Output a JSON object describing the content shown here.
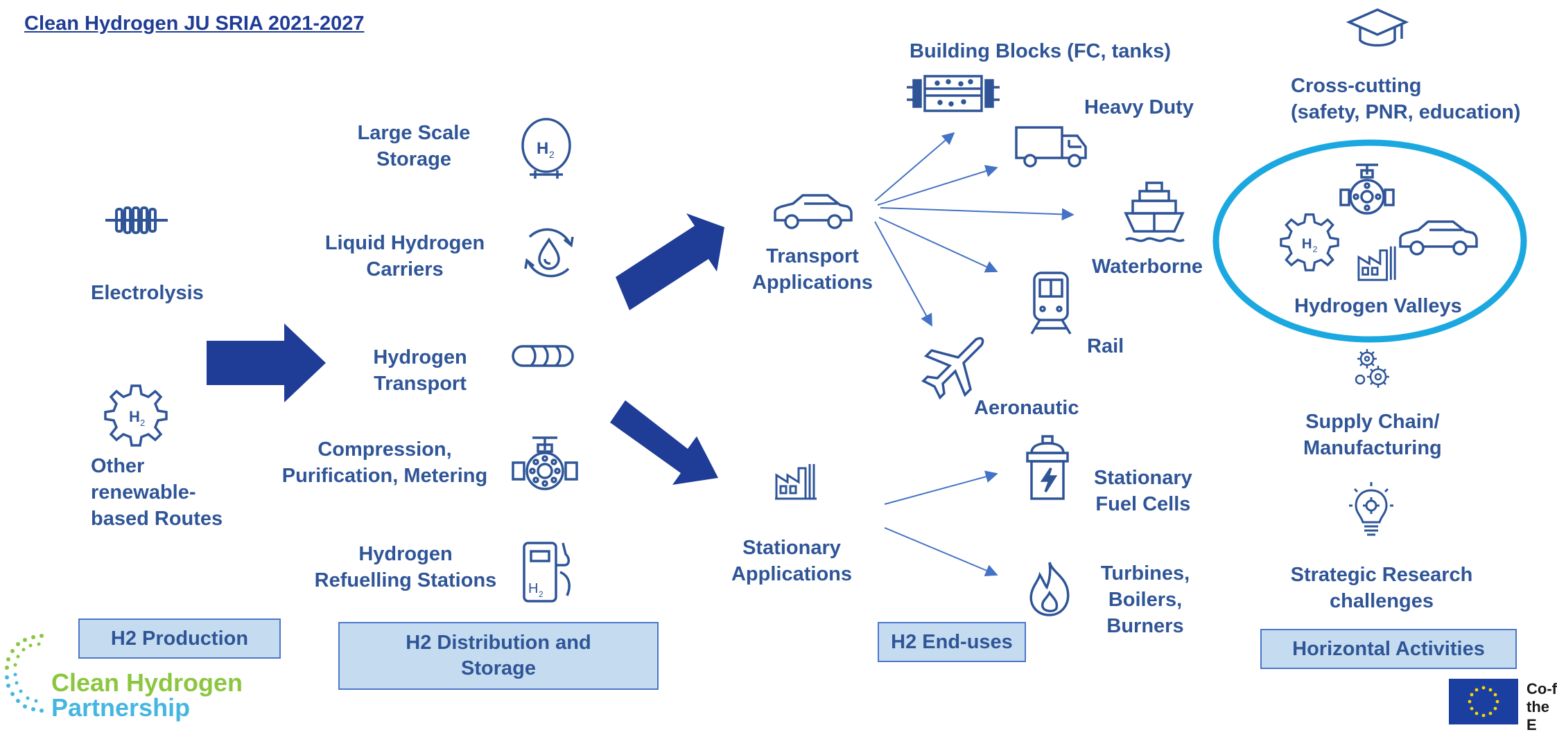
{
  "header": {
    "link_text": "Clean Hydrogen JU SRIA 2021-2027"
  },
  "production": {
    "electrolysis": "Electrolysis",
    "other_routes": "Other\nrenewable-\nbased Routes",
    "box": "H2 Production"
  },
  "distribution": {
    "large_scale_storage": "Large Scale\nStorage",
    "liquid_carriers": "Liquid Hydrogen\nCarriers",
    "transport": "Hydrogen\nTransport",
    "compression": "Compression,\nPurification, Metering",
    "refuelling": "Hydrogen\nRefuelling Stations",
    "box": "H2 Distribution and\nStorage",
    "h2_symbol": "H2"
  },
  "applications": {
    "transport": "Transport\nApplications",
    "stationary": "Stationary\nApplications"
  },
  "end_uses": {
    "building_blocks": "Building Blocks (FC, tanks)",
    "heavy_duty": "Heavy Duty",
    "waterborne": "Waterborne",
    "rail": "Rail",
    "aeronautic": "Aeronautic",
    "stationary_fc": "Stationary\nFuel Cells",
    "turbines": "Turbines,\nBoilers,\nBurners",
    "box": "H2 End-uses"
  },
  "horizontal": {
    "cross_cutting": "Cross-cutting\n(safety, PNR, education)",
    "hydrogen_valleys": "Hydrogen Valleys",
    "supply_chain": "Supply Chain/\nManufacturing",
    "research": "Strategic Research\nchallenges",
    "box": "Horizontal Activities"
  },
  "footer": {
    "logo_line1": "Clean Hydrogen",
    "logo_line2": "Partnership",
    "eu_line1": "Co-f",
    "eu_line2": "the E"
  },
  "colors": {
    "text_blue": "#2f5597",
    "big_arrow": "#1f3c96",
    "box_fill": "#c5dcf0",
    "valley_ring": "#1ba8e0",
    "logo_cyan": "#45b6e0",
    "logo_green": "#8cc63f"
  }
}
